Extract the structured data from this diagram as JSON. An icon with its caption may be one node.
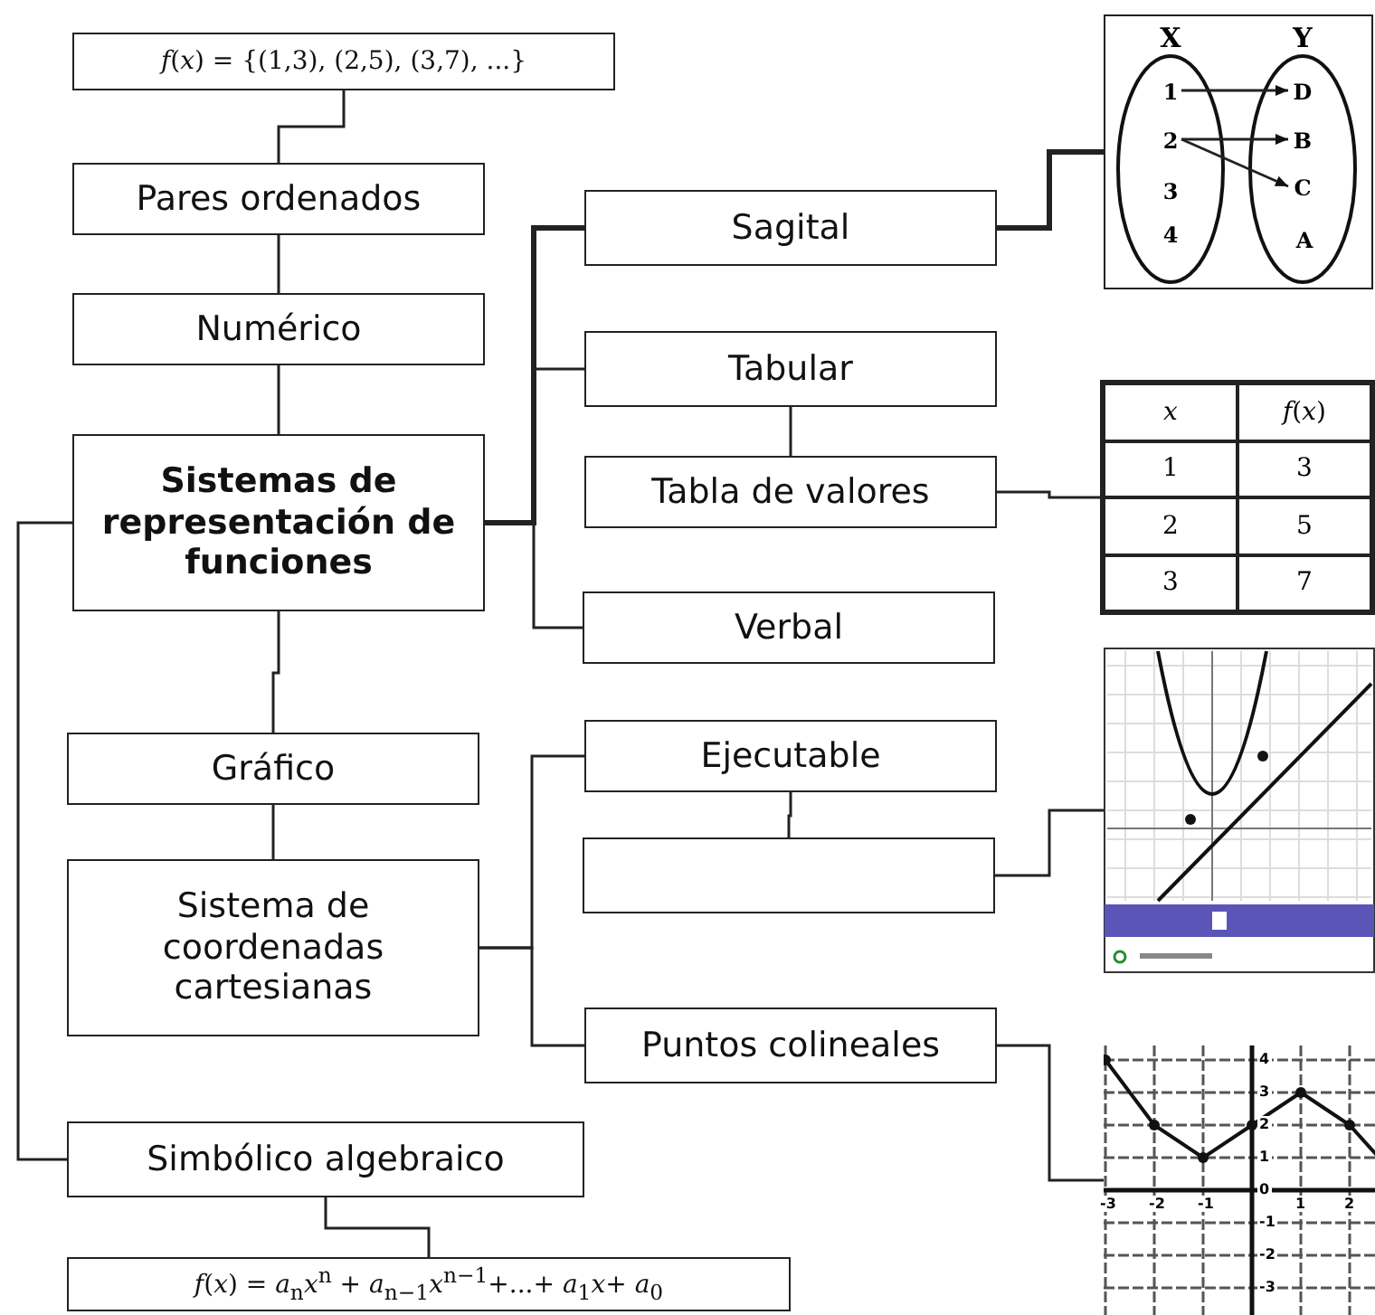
{
  "diagram": {
    "nodes": [
      {
        "text": [
          "*f*(*x*) = {(1,3), (2,5), (3,7), ...}"
        ]
      },
      {
        "text": [
          "Pares ordenados"
        ]
      },
      {
        "text": [
          "Numérico"
        ]
      },
      {
        "text": [
          "Sistemas de representación de funciones"
        ]
      },
      {
        "text": [
          "Sagital"
        ]
      },
      {
        "text": [
          "Tabular"
        ]
      },
      {
        "text": [
          "Tabla de valores"
        ]
      },
      {
        "text": [
          "Verbal"
        ]
      },
      {
        "text": [
          "Gráfico"
        ]
      },
      {
        "text": [
          "Sistema de coordenadas cartesianas"
        ]
      },
      {
        "text": [
          "Ejecutable"
        ]
      },
      {
        "text": [],
        "shape": "box"
      },
      {
        "text": [
          "Puntos colineales"
        ]
      },
      {
        "text": [
          "Simbólico algebraico"
        ]
      },
      {
        "text": [
          "*f*(*x*) = *a*$_{n}$*x*$^{n}$ + *a*$_{n−1}$*x*$^{n−1}$+...+ *a*$_{1}$*x*+ *a*$_{0}$"
        ]
      },
      {
        "text": [],
        "shape": "box"
      },
      {
        "text": [
          "X"
        ],
        "in": 15
      },
      {
        "text": [
          "1"
        ],
        "in": 16
      },
      {
        "text": [
          "2"
        ],
        "in": 16
      },
      {
        "text": [
          "3"
        ],
        "in": 16
      },
      {
        "text": [
          "4"
        ],
        "in": 16
      },
      {
        "text": [
          "Y"
        ],
        "in": 15
      },
      {
        "text": [
          "D"
        ],
        "in": 21
      },
      {
        "text": [
          "B"
        ],
        "in": 21
      },
      {
        "text": [
          "C"
        ],
        "in": 21
      },
      {
        "text": [
          "A"
        ],
        "in": 21
      },
      {
        "text": [
          "x",
          "*f*(*x*)",
          "1",
          "3",
          "2",
          "5",
          "3",
          "7"
        ]
      },
      {
        "text": [],
        "shape": "picture"
      },
      {
        "text": [],
        "shape": "picture"
      }
    ],
    "edges": [
      {
        "from": 0,
        "to": 1,
        "arrow": "none"
      },
      {
        "from": 1,
        "to": 2,
        "arrow": "none"
      },
      {
        "from": 2,
        "to": 3,
        "arrow": "none"
      },
      {
        "from": 3,
        "to": 4,
        "arrow": "none",
        "style": "thick"
      },
      {
        "from": 3,
        "to": 5,
        "arrow": "none"
      },
      {
        "from": 3,
        "to": 7,
        "arrow": "none"
      },
      {
        "from": 5,
        "to": 6,
        "arrow": "none"
      },
      {
        "from": 3,
        "to": 8,
        "arrow": "none"
      },
      {
        "from": 3,
        "to": 13,
        "arrow": "none"
      },
      {
        "from": 8,
        "to": 9,
        "arrow": "none"
      },
      {
        "from": 9,
        "to": 10,
        "arrow": "none"
      },
      {
        "from": 9,
        "to": 12,
        "arrow": "none"
      },
      {
        "from": 10,
        "to": 11,
        "arrow": "none"
      },
      {
        "from": 13,
        "to": 14,
        "arrow": "none"
      },
      {
        "from": 4,
        "to": 15,
        "arrow": "none",
        "style": "thick"
      },
      {
        "from": 6,
        "to": 26,
        "arrow": "none"
      },
      {
        "from": 11,
        "to": 27,
        "arrow": "none"
      },
      {
        "from": 12,
        "to": 28,
        "arrow": "none"
      },
      {
        "from": 17,
        "to": 22,
        "arrow": "to"
      },
      {
        "from": 18,
        "to": 23,
        "arrow": "to"
      },
      {
        "from": 18,
        "to": 24,
        "arrow": "to"
      }
    ],
    "labels": [
      "4",
      "3",
      "2",
      "1",
      "0",
      "-1",
      "-2",
      "-3",
      "-3",
      "-2",
      "-1",
      "1",
      "2"
    ]
  }
}
